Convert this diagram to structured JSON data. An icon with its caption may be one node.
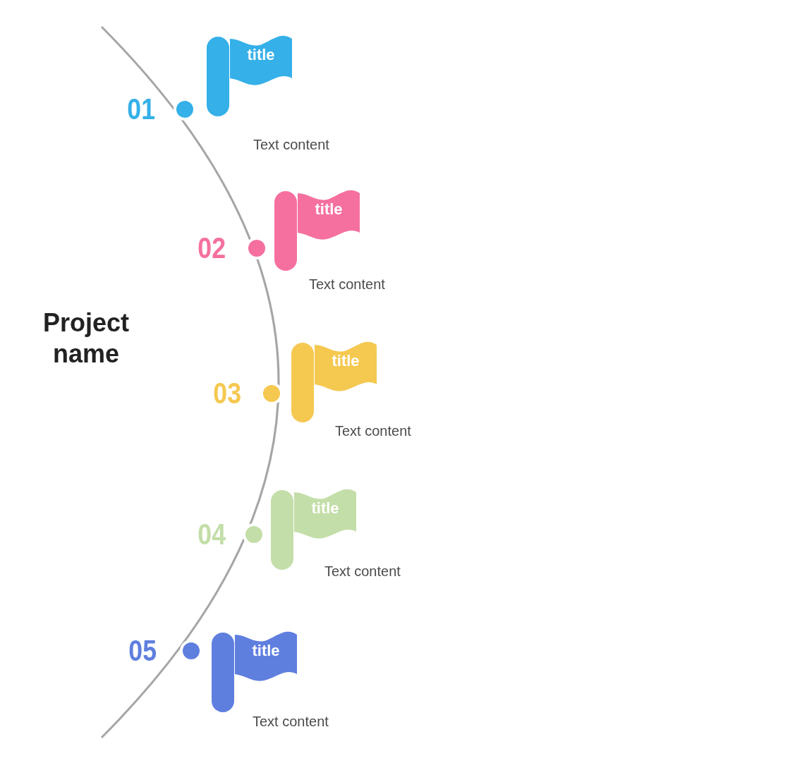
{
  "diagram": {
    "nodes": [
      {
        "text": [
          "title"
        ],
        "beside": [
          "Text content"
        ]
      },
      {
        "text": [
          "title"
        ],
        "beside": [
          "Text content"
        ]
      },
      {
        "text": [
          "title"
        ],
        "beside": [
          "Text content"
        ]
      },
      {
        "text": [
          "title"
        ],
        "beside": [
          "Text content"
        ]
      },
      {
        "text": [
          "title"
        ],
        "beside": [
          "Text content"
        ]
      }
    ],
    "edges": [],
    "labels": [
      "01",
      "02",
      "Project name",
      "03",
      "04",
      "05"
    ]
  }
}
